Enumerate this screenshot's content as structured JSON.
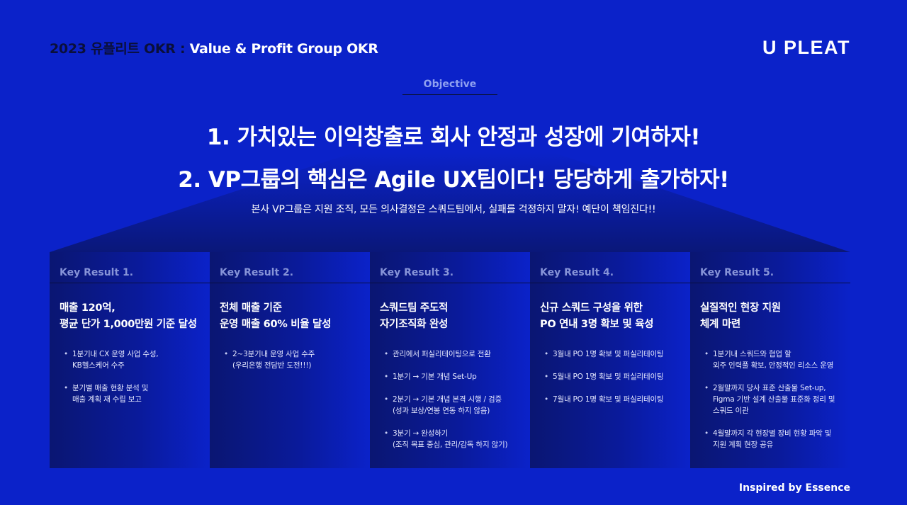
{
  "header": {
    "title_prefix": "2023 유플리트 OKR : ",
    "title_main": "Value & Profit Group OKR",
    "logo": "U PLEAT"
  },
  "objective": {
    "label": "Objective",
    "line1": "1. 가치있는 이익창출로 회사 안정과 성장에 기여하자!",
    "line2": "2. VP그룹의 핵심은 Agile UX팀이다! 당당하게 출가하자!",
    "subline": "본사 VP그룹은 지원 조직, 모든 의사결정은 스쿼드팀에서, 실패를 걱정하지 말자! 예단이 책임진다!!"
  },
  "key_results": [
    {
      "label": "Key Result 1.",
      "title": [
        "매출 120억,",
        "평균 단가 1,000만원 기준 달성"
      ],
      "bullets": [
        [
          "1분기내 CX 운영 사업 수성,",
          "KB헬스케어 수주"
        ],
        [
          "분기별 매출 현황 분석 및",
          "매출 계획 재 수립 보고"
        ]
      ]
    },
    {
      "label": "Key Result 2.",
      "title": [
        "전체 매출 기준",
        "운영 매출 60% 비율 달성"
      ],
      "bullets": [
        [
          "2~3분기내 운영 사업 수주",
          "(우리은행 전담반 도전!!!)"
        ]
      ]
    },
    {
      "label": "Key Result 3.",
      "title": [
        "스쿼드팀 주도적",
        "자기조직화 완성"
      ],
      "bullets": [
        [
          "관리에서 퍼실리테이팅으로 전환"
        ],
        [
          "1분기 → 기본 개념 Set-Up"
        ],
        [
          "2분기 → 기본 개념 본격 시행 / 검증",
          "(성과 보상/연봉 연동 하지 않음)"
        ],
        [
          "3분기 → 완성하기",
          "(조직 목표 중심, 관리/감독 하지 않기)"
        ]
      ]
    },
    {
      "label": "Key Result 4.",
      "title": [
        "신규 스쿼드 구성을 위한",
        "PO 연내 3명 확보 및 육성"
      ],
      "bullets": [
        [
          "3월내 PO 1명 확보 및 퍼실리테이팅"
        ],
        [
          "5월내 PO 1명 확보 및 퍼실리테이팅"
        ],
        [
          "7월내 PO 1명 확보 및 퍼실리테이팅"
        ]
      ]
    },
    {
      "label": "Key Result 5.",
      "title": [
        "실질적인 현장 지원",
        "체계 마련"
      ],
      "bullets": [
        [
          "1분기내 스쿼드와 협업 할",
          "외주 인력풀 확보, 안정적인 리소스 운영"
        ],
        [
          "2월말까지 당사 표준 산출물 Set-up,",
          "Figma 기반 설계 산출물 표준화 정리 및",
          "스쿼드 이관"
        ],
        [
          "4월말까지 각 현장별 장비 현황 파악 및",
          "지원 계획 현장 공유"
        ]
      ]
    }
  ],
  "footer": {
    "text": "Inspired by Essence"
  }
}
